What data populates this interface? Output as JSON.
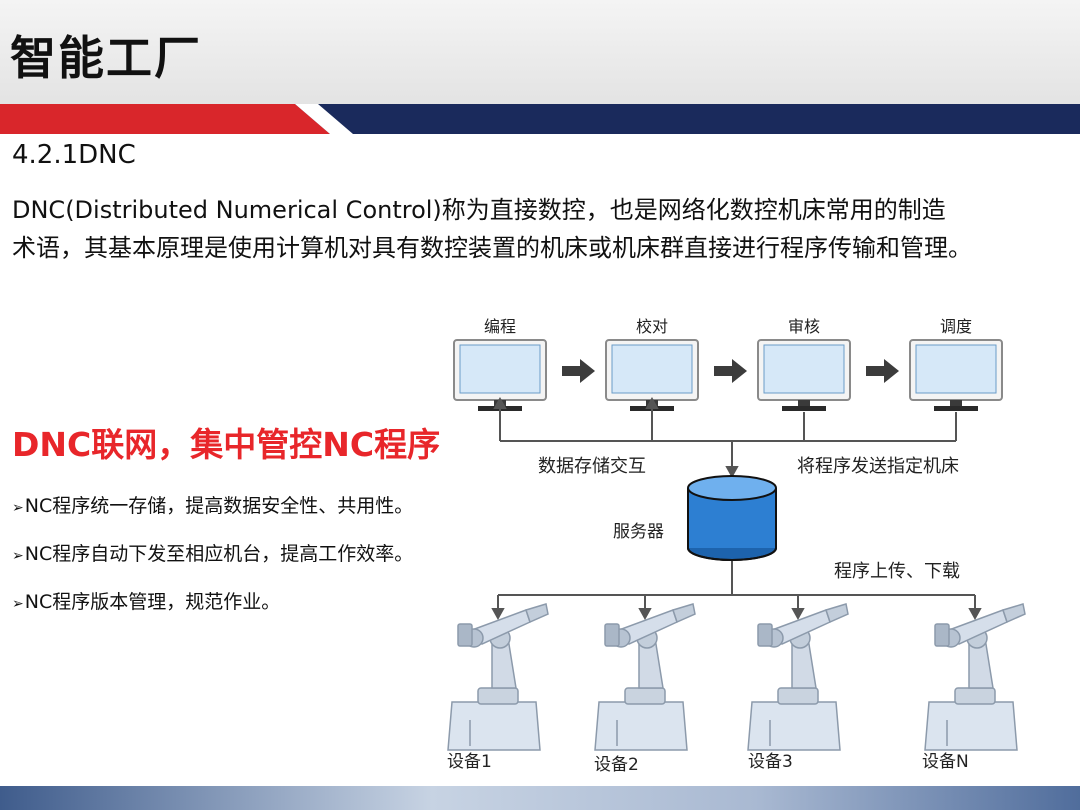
{
  "page": {
    "title": "智能工厂",
    "section": "4.2.1DNC",
    "paragraph_line1": "DNC(Distributed Numerical Control)称为直接数控，也是网络化数控机床常用的制造",
    "paragraph_line2": "术语，其基本原理是使用计算机对具有数控装置的机床或机床群直接进行程序传输和管理。",
    "headline": "DNC联网，集中管控NC程序",
    "bullets": [
      "NC程序统一存储，提高数据安全性、共用性。",
      "NC程序自动下发至相应机台，提高工作效率。",
      "NC程序版本管理，规范作业。"
    ]
  },
  "diagram": {
    "workflow_steps": [
      "编程",
      "校对",
      "审核",
      "调度"
    ],
    "left_link_label": "数据存储交互",
    "right_link_label": "将程序发送指定机床",
    "server_label": "服务器",
    "transfer_label": "程序上传、下载",
    "devices": [
      "设备1",
      "设备2",
      "设备3",
      "设备N"
    ]
  },
  "colors": {
    "accent_red": "#d9262b",
    "navy": "#1a2a5c",
    "screen_blue": "#d6e8f8",
    "headline_red": "#e8262a"
  }
}
